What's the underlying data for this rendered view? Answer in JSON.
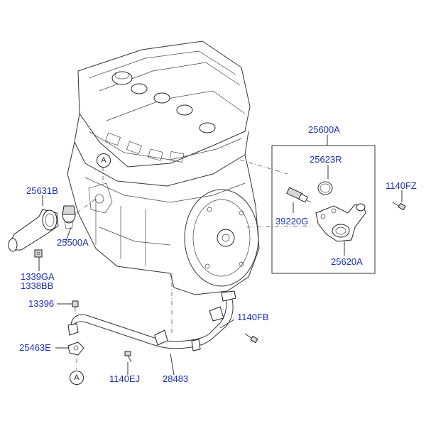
{
  "diagram": {
    "callouts": [
      {
        "id": "25600A",
        "text": "25600A"
      },
      {
        "id": "25623R",
        "text": "25623R"
      },
      {
        "id": "1140FZ",
        "text": "1140FZ"
      },
      {
        "id": "39220G",
        "text": "39220G"
      },
      {
        "id": "25620A",
        "text": "25620A"
      },
      {
        "id": "25631B",
        "text": "25631B"
      },
      {
        "id": "25500A",
        "text": "25500A"
      },
      {
        "id": "1339GA",
        "text": "1339GA"
      },
      {
        "id": "1338BB",
        "text": "1338BB"
      },
      {
        "id": "13396",
        "text": "13396"
      },
      {
        "id": "1140FB",
        "text": "1140FB"
      },
      {
        "id": "25463E",
        "text": "25463E"
      },
      {
        "id": "1140EJ",
        "text": "1140EJ"
      },
      {
        "id": "28483",
        "text": "28483"
      }
    ],
    "reference_marks": [
      {
        "id": "a-top",
        "text": "A"
      },
      {
        "id": "a-bottom",
        "text": "A"
      }
    ],
    "colors": {
      "label": "#1a2fb5",
      "line": "#222222",
      "background": "#ffffff"
    }
  }
}
